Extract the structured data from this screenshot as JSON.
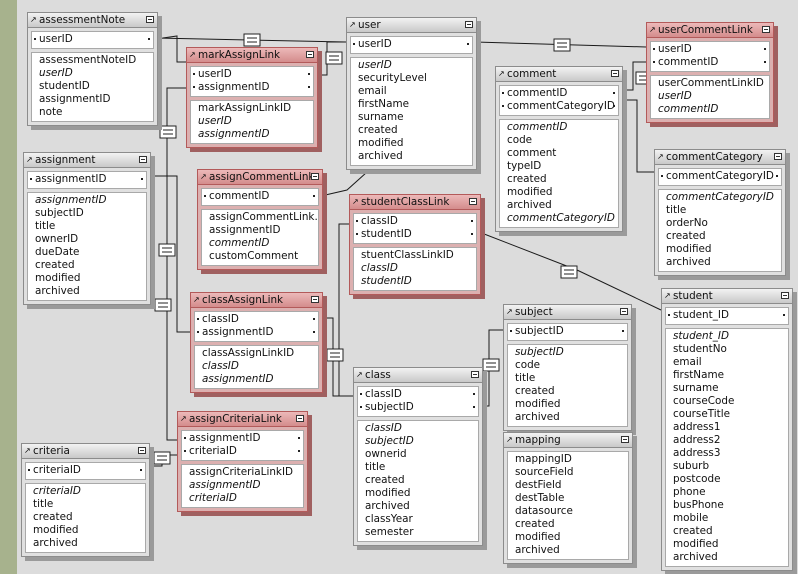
{
  "tables": {
    "assessmentNote": {
      "title": "assessmentNote",
      "keys": [
        "userID"
      ],
      "fields": [
        "assessmentNoteID",
        "userID",
        "studentID",
        "assignmentID",
        "note"
      ],
      "italic": [
        1
      ]
    },
    "markAssignLink": {
      "title": "markAssignLink",
      "keys": [
        "userID",
        "assignmentID"
      ],
      "fields": [
        "markAssignLinkID",
        "userID",
        "assignmentID"
      ],
      "italic": [
        1,
        2
      ]
    },
    "user": {
      "title": "user",
      "keys": [
        "userID"
      ],
      "fields": [
        "userID",
        "securityLevel",
        "email",
        "firstName",
        "surname",
        "created",
        "modified",
        "archived"
      ],
      "italic": [
        0
      ]
    },
    "comment": {
      "title": "comment",
      "keys": [
        "commentID",
        "commentCategoryID"
      ],
      "fields": [
        "commentID",
        "code",
        "comment",
        "typeID",
        "created",
        "modified",
        "archived",
        "commentCategoryID"
      ],
      "italic": [
        0,
        7
      ]
    },
    "userCommentLink": {
      "title": "userCommentLink",
      "keys": [
        "userID",
        "commentID"
      ],
      "fields": [
        "userCommentLinkID",
        "userID",
        "commentID"
      ],
      "italic": [
        1,
        2
      ]
    },
    "commentCategory": {
      "title": "commentCategory",
      "keys": [
        "commentCategoryID"
      ],
      "fields": [
        "commentCategoryID",
        "title",
        "orderNo",
        "created",
        "modified",
        "archived"
      ],
      "italic": [
        0
      ]
    },
    "assignment": {
      "title": "assignment",
      "keys": [
        "assignmentID"
      ],
      "fields": [
        "assignmentID",
        "subjectID",
        "title",
        "ownerID",
        "dueDate",
        "created",
        "modified",
        "archived"
      ],
      "italic": [
        0
      ]
    },
    "assignCommentLink": {
      "title": "assignCommentLink",
      "keys": [
        "commentID"
      ],
      "fields": [
        "assignCommentLink...",
        "assignmentID",
        "commentID",
        "customComment"
      ],
      "italic": [
        2
      ]
    },
    "studentClassLink": {
      "title": "studentClassLink",
      "keys": [
        "classID",
        "studentID"
      ],
      "fields": [
        "stuentClassLinkID",
        "classID",
        "studentID"
      ],
      "italic": [
        1,
        2
      ]
    },
    "classAssignLink": {
      "title": "classAssignLink",
      "keys": [
        "classID",
        "assignmentID"
      ],
      "fields": [
        "classAssignLinkID",
        "classID",
        "assignmentID"
      ],
      "italic": [
        1,
        2
      ]
    },
    "subject": {
      "title": "subject",
      "keys": [
        "subjectID"
      ],
      "fields": [
        "subjectID",
        "code",
        "title",
        "created",
        "modified",
        "archived"
      ],
      "italic": [
        0
      ]
    },
    "student": {
      "title": "student",
      "keys": [
        "student_ID"
      ],
      "fields": [
        "student_ID",
        "studentNo",
        "email",
        "firstName",
        "surname",
        "courseCode",
        "courseTitle",
        "address1",
        "address2",
        "address3",
        "suburb",
        "postcode",
        "phone",
        "busPhone",
        "mobile",
        "created",
        "modified",
        "archived"
      ],
      "italic": [
        0
      ]
    },
    "class": {
      "title": "class",
      "keys": [
        "classID",
        "subjectID"
      ],
      "fields": [
        "classID",
        "subjectID",
        "ownerid",
        "title",
        "created",
        "modified",
        "archived",
        "classYear",
        "semester"
      ],
      "italic": [
        0,
        1
      ]
    },
    "assignCriteriaLink": {
      "title": "assignCriteriaLink",
      "keys": [
        "assignmentID",
        "criteriaID"
      ],
      "fields": [
        "assignCriteriaLinkID",
        "assignmentID",
        "criteriaID"
      ],
      "italic": [
        1,
        2
      ]
    },
    "criteria": {
      "title": "criteria",
      "keys": [
        "criteriaID"
      ],
      "fields": [
        "criteriaID",
        "title",
        "created",
        "modified",
        "archived"
      ],
      "italic": [
        0
      ]
    },
    "mapping": {
      "title": "mapping",
      "keys": [],
      "fields": [
        "mappingID",
        "sourceField",
        "destField",
        "destTable",
        "datasource",
        "created",
        "modified",
        "archived"
      ],
      "italic": []
    }
  },
  "colors": {
    "canvas": "#dcdcdc",
    "frame": "#a7b28d",
    "table": "#e0e0e0",
    "link_table": "#dcb0b0",
    "line": "#1a1a1a"
  },
  "relationship_symbol": "equals-box",
  "icons": [
    "table-arrow-icon",
    "collapse-box-icon"
  ]
}
